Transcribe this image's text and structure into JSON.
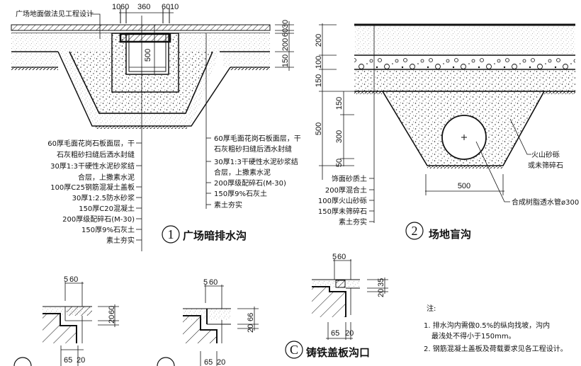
{
  "drawing1": {
    "number": "1",
    "title": "广场暗排水沟",
    "top_note": "广场地面做法见工程设计",
    "top_dims": [
      "10",
      "60",
      "360",
      "60",
      "10"
    ],
    "right_dims": [
      "30",
      "60",
      "200",
      "150"
    ],
    "inner_dim": "500",
    "left_callouts": [
      "60厚毛面花岗石板面层，干",
      "石灰粗砂扫缝后洒水封缝",
      "30厚1:3干硬性水泥砂浆结",
      "合层，上撒素水泥",
      "100厚C25钢筋混凝土盖板",
      "30厚1:2.5防水砂浆",
      "150厚C20混凝土",
      "200厚级配碎石(M-30)",
      "150厚9%石灰土",
      "素土夯实"
    ],
    "right_callouts": [
      "60厚毛面花岗石板面层，干",
      "石灰粗砂扫缝后洒水封缝",
      "30厚1:3干硬性水泥砂浆结",
      "合层，上撒素水泥",
      "200厚级配碎石(M-30)",
      "150厚9%石灰土",
      "素土夯实"
    ]
  },
  "drawing2": {
    "number": "2",
    "title": "场地盲沟",
    "left_dims": [
      "200",
      "100",
      "150"
    ],
    "trench_dims": [
      "150",
      "300",
      "50"
    ],
    "total_dim": "500",
    "bottom_dim": "500",
    "callouts": [
      "饰面砂质土",
      "200厚混合土",
      "100厚火山砂砾",
      "150厚未筛碎石",
      "素土夯实"
    ],
    "fill_label": [
      "火山砂砾",
      "或未筛碎石"
    ],
    "pipe_label": "合成树脂透水管ø300"
  },
  "detailA": {
    "top_dims": [
      "5",
      "60"
    ],
    "side_dims": [
      "20",
      "60"
    ],
    "bottom_dims": [
      "65",
      "20"
    ]
  },
  "detailB": {
    "top_dims": [
      "5",
      "60"
    ],
    "side_dims": [
      "20",
      "66"
    ],
    "bottom_dims": [
      "65",
      "20"
    ]
  },
  "detailC": {
    "letter": "C",
    "title": "铸铁盖板沟口",
    "top_dims": [
      "5",
      "60"
    ],
    "side_dims": [
      "20",
      "35"
    ],
    "bottom_dims": [
      "65",
      "20"
    ]
  },
  "notes": {
    "heading": "注:",
    "items": [
      "1. 排水沟内需做0.5%的纵向找坡，沟内",
      "最浅处不得小于150mm。",
      "2. 钢筋混凝土盖板及荷载要求见各工程设计。"
    ]
  }
}
